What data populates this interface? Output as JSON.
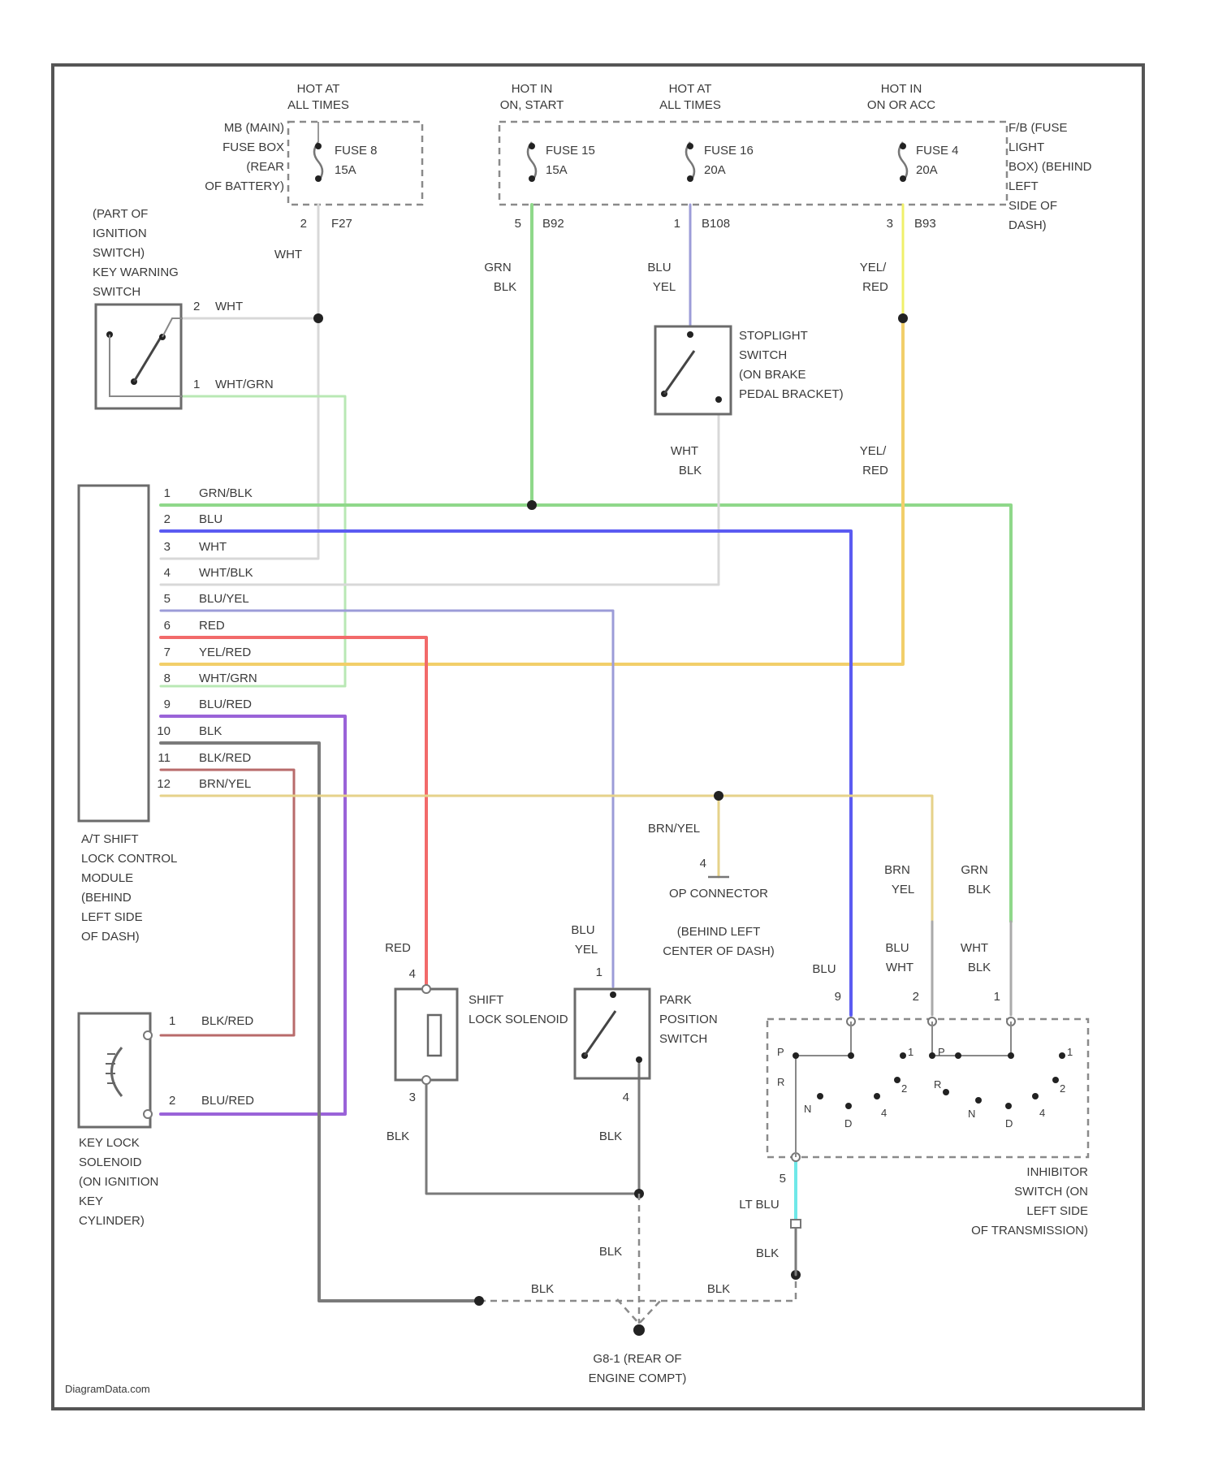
{
  "hot_labels": {
    "at_all_times_1": [
      "HOT AT",
      "ALL TIMES"
    ],
    "in_on_start": [
      "HOT IN",
      "ON, START"
    ],
    "at_all_times_2": [
      "HOT AT",
      "ALL TIMES"
    ],
    "in_on_acc": [
      "HOT IN",
      "ON OR ACC"
    ]
  },
  "fuses": {
    "fuse8": [
      "FUSE 8",
      "15A"
    ],
    "fuse15": [
      "FUSE 15",
      "15A"
    ],
    "fuse16": [
      "FUSE 16",
      "20A"
    ],
    "fuse4": [
      "FUSE 4",
      "20A"
    ]
  },
  "fuse_box_underhood": [
    "MB (MAIN)",
    "FUSE BOX",
    "(REAR",
    "OF BATTERY)"
  ],
  "fuse_box_dash": [
    "F/B (FUSE",
    "LIGHT",
    "BOX) (BEHIND",
    "LEFT",
    "SIDE OF",
    "DASH)"
  ],
  "fuse_connectors": {
    "f1": [
      "2",
      "F27"
    ],
    "f2": [
      "5",
      "B92"
    ],
    "f3": [
      "1",
      "B108"
    ],
    "f4": [
      "3",
      "B93"
    ]
  },
  "components": {
    "ignition_switch": [
      "(PART OF",
      "IGNITION",
      "SWITCH)",
      "KEY WARNING",
      "SWITCH"
    ],
    "stoplight_switch": [
      "STOPLIGHT",
      "SWITCH",
      "(ON BRAKE",
      "PEDAL BRACKET)"
    ],
    "shift_lock_module": [
      "A/T SHIFT",
      "LOCK CONTROL",
      "MODULE",
      "(BEHIND",
      "LEFT SIDE",
      "OF DASH)"
    ],
    "key_lock_solenoid": [
      "KEY LOCK",
      "SOLENOID",
      "(ON IGNITION",
      "KEY",
      "CYLINDER)"
    ],
    "shift_lock_solenoid": [
      "SHIFT",
      "LOCK SOLENOID"
    ],
    "park_position_switch": [
      "PARK",
      "POSITION",
      "SWITCH"
    ],
    "inhibitor_switch": [
      "INHIBITOR",
      "SWITCH (ON",
      "LEFT SIDE",
      "OF TRANSMISSION)"
    ],
    "dlc": [
      "OP CONNECTOR"
    ],
    "dlc_loc": [
      "(BEHIND LEFT",
      "CENTER OF DASH)"
    ],
    "ground": [
      "G8-1 (REAR OF",
      "ENGINE COMPT)"
    ]
  },
  "ignition_pins": [
    {
      "pin": "2",
      "wire": "WHT"
    },
    {
      "pin": "1",
      "wire": "WHT/GRN"
    }
  ],
  "module_pins": [
    {
      "pin": "1",
      "wire": "GRN/BLK"
    },
    {
      "pin": "2",
      "wire": "BLU"
    },
    {
      "pin": "3",
      "wire": "WHT"
    },
    {
      "pin": "4",
      "wire": "WHT/BLK"
    },
    {
      "pin": "5",
      "wire": "BLU/YEL"
    },
    {
      "pin": "6",
      "wire": "RED"
    },
    {
      "pin": "7",
      "wire": "YEL/RED"
    },
    {
      "pin": "8",
      "wire": "WHT/GRN"
    },
    {
      "pin": "9",
      "wire": "BLU/RED"
    },
    {
      "pin": "10",
      "wire": "BLK"
    },
    {
      "pin": "11",
      "wire": "BLK/RED"
    },
    {
      "pin": "12",
      "wire": "BRN/YEL"
    }
  ],
  "key_lock_pins": [
    {
      "pin": "1",
      "wire": "BLK/RED"
    },
    {
      "pin": "2",
      "wire": "BLU/RED"
    }
  ],
  "wire_labels": {
    "wht_top": "WHT",
    "grn_blk": [
      "GRN",
      "BLK"
    ],
    "blu_yel": [
      "BLU",
      "YEL"
    ],
    "yel_red_top": [
      "YEL/",
      "RED"
    ],
    "yel_red_mid": [
      "YEL/",
      "RED"
    ],
    "wht_blk": [
      "WHT",
      "BLK"
    ],
    "brn_yel_dlc": "BRN/YEL",
    "dlc_pin": "4",
    "red_sol": "RED",
    "sol_pin_top": "4",
    "sol_pin_bot": "3",
    "blu_yel_park": [
      "BLU",
      "YEL"
    ],
    "park_pin_top": "1",
    "park_pin_bot": "4",
    "blk_sol": "BLK",
    "blk_park": "BLK",
    "blk_ground_left": "BLK",
    "blk_ground_right": "BLK",
    "blk_vert": "BLK",
    "blk_inh": "BLK",
    "lt_blu": "LT BLU",
    "inh_blu": "BLU",
    "inh_pin_blu": "9",
    "inh_brn_yel": [
      "BRN",
      "YEL"
    ],
    "inh_blu_wht": [
      "BLU",
      "WHT"
    ],
    "inh_pin_2": "2",
    "inh_grn_blk": [
      "GRN",
      "BLK"
    ],
    "inh_wht_blk": [
      "WHT",
      "BLK"
    ],
    "inh_pin_1": "1",
    "inh_pin_5": "5"
  },
  "inhibitor_positions": {
    "left": [
      "P",
      "R",
      "N",
      "D",
      "4",
      "2",
      "1"
    ],
    "right": [
      "P",
      "R",
      "N",
      "D",
      "4",
      "2",
      "1"
    ]
  },
  "footer": "DiagramData.com",
  "colors": {
    "green": "#8fd88a",
    "blue": "#5b5bf2",
    "white_wire": "#d8d8d8",
    "lavender": "#9c9cd8",
    "red": "#f26a6a",
    "yellow": "#f2cf6a",
    "light_green": "#b9e8b4",
    "purple": "#9a63d8",
    "black_wire": "#7a7a7a",
    "dark_red": "#b86b6b",
    "brown_yellow": "#e6d28a",
    "lt_blue": "#6fe8e8",
    "yel_top": "#f0f06a"
  }
}
